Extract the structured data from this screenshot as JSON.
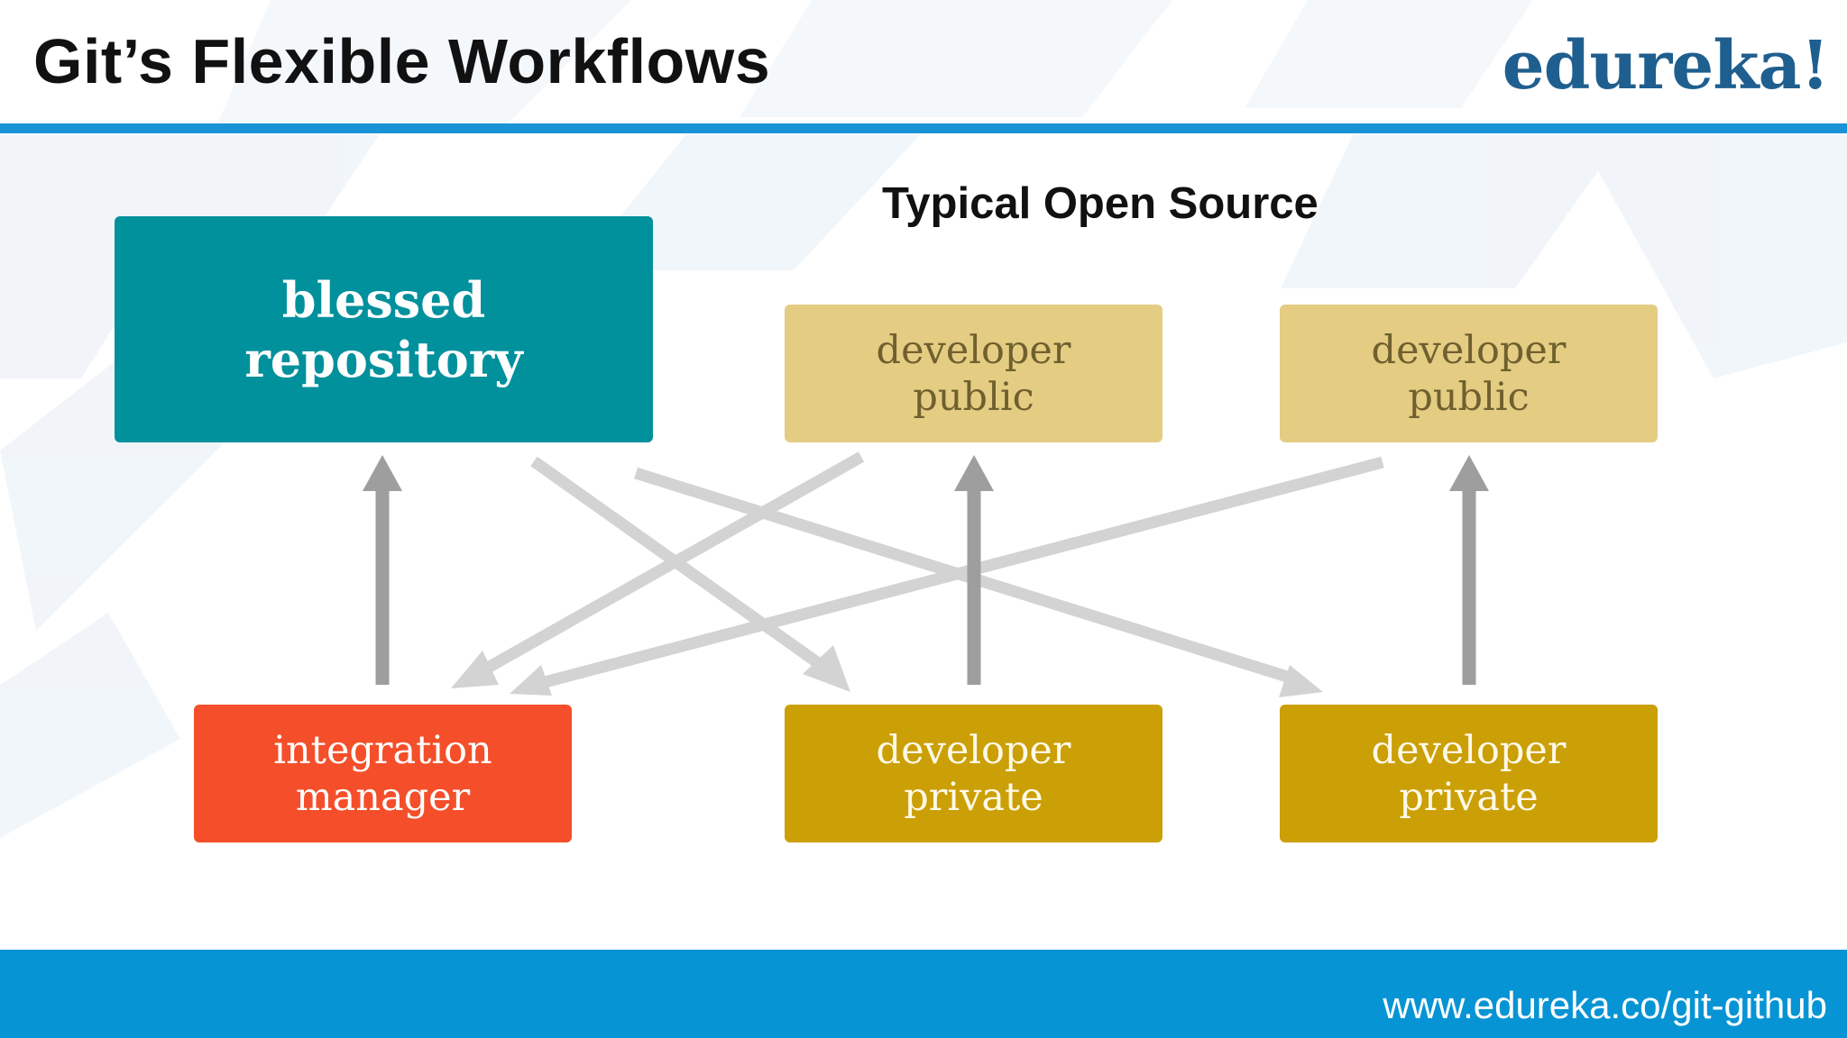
{
  "slide": {
    "title": "Git’s Flexible Workflows",
    "brand": "edureka!",
    "url": "www.edureka.co/git-github"
  },
  "diagram": {
    "subtitle": "Typical Open Source",
    "nodes": {
      "blessed": {
        "line1": "blessed",
        "line2": "repository"
      },
      "public1": {
        "line1": "developer",
        "line2": "public"
      },
      "public2": {
        "line1": "developer",
        "line2": "public"
      },
      "integration": {
        "line1": "integration",
        "line2": "manager"
      },
      "private1": {
        "line1": "developer",
        "line2": "private"
      },
      "private2": {
        "line1": "developer",
        "line2": "private"
      }
    },
    "edges": [
      {
        "from": "integration",
        "to": "blessed",
        "style": "push"
      },
      {
        "from": "private1",
        "to": "public1",
        "style": "push"
      },
      {
        "from": "private2",
        "to": "public2",
        "style": "push"
      },
      {
        "from": "blessed",
        "to": "private1",
        "style": "pull"
      },
      {
        "from": "blessed",
        "to": "private2",
        "style": "pull"
      },
      {
        "from": "public1",
        "to": "integration",
        "style": "pull"
      },
      {
        "from": "public2",
        "to": "integration",
        "style": "pull"
      }
    ]
  },
  "colors": {
    "blessed": "#00919d",
    "public": "#e4cd82",
    "private": "#cb9f06",
    "integration": "#f44f2a",
    "accent": "#1a92d6",
    "brand": "#1f5f8f"
  }
}
